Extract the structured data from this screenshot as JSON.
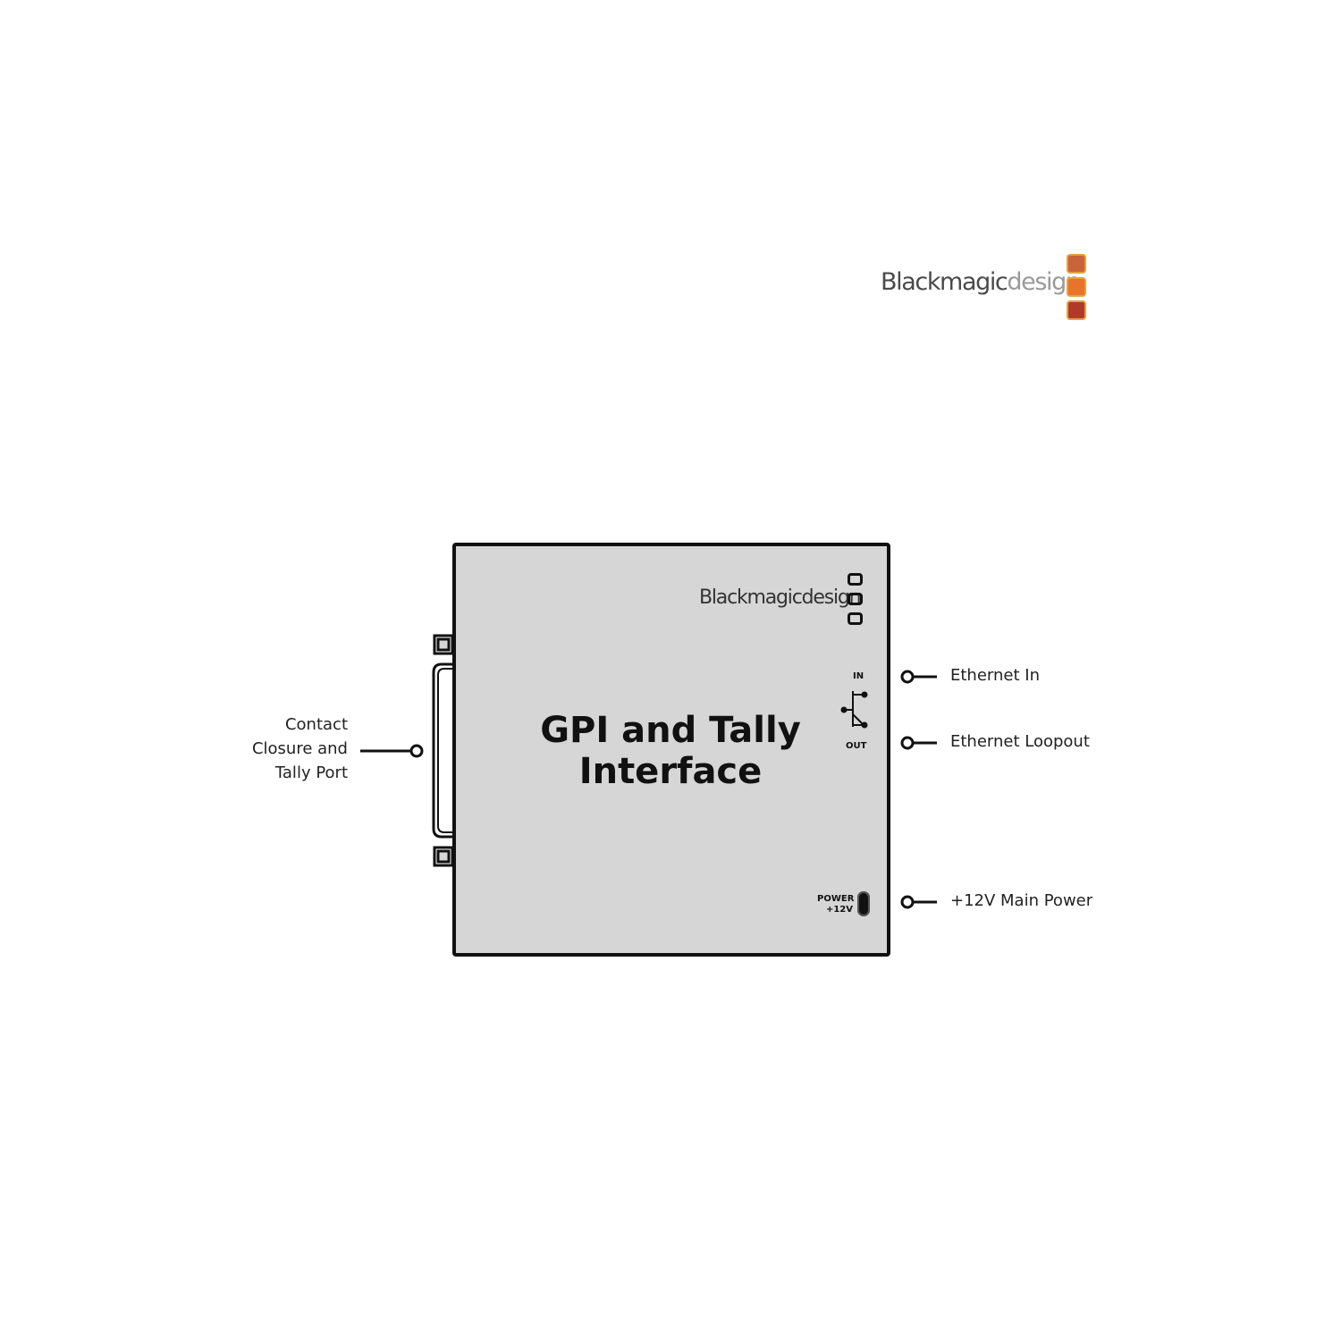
{
  "brand": {
    "logo_word_main": "Blackmagic",
    "logo_word_accent": "design",
    "square_colors": [
      "#c8643a",
      "#e8742a",
      "#b03a2a"
    ]
  },
  "device": {
    "title_line1": "GPI and Tally",
    "title_line2": "Interface",
    "brand_text": "Blackmagicdesign",
    "port_in_label": "IN",
    "port_out_label": "OUT",
    "power_label_line1": "POWER",
    "power_label_line2": "+12V"
  },
  "callouts": {
    "contact_line1": "Contact",
    "contact_line2": "Closure and",
    "contact_line3": "Tally Port",
    "ethernet_in": "Ethernet In",
    "ethernet_loopout": "Ethernet Loopout",
    "main_power": "+12V Main Power"
  }
}
